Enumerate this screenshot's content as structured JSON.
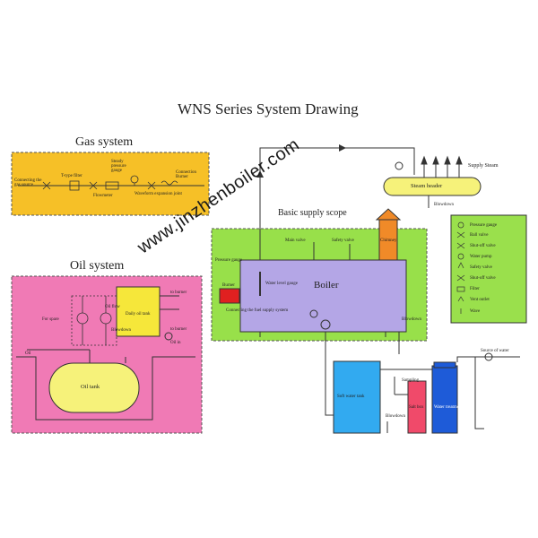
{
  "title": "WNS Series System Drawing",
  "gas": {
    "heading": "Gas system",
    "labels": [
      "Connecting the gas source",
      "T-type filter",
      "Flowmeter",
      "Steady pressure gauge",
      "Waveform expansion joint",
      "Connection Burner"
    ],
    "bg": "#f6c027"
  },
  "oil": {
    "heading": "Oil system",
    "labels": [
      "For spare",
      "Oil flow",
      "Daily oil tank",
      "Blowdown",
      "to burner",
      "to burner",
      "Oil in",
      "Oil",
      "Oil tank"
    ],
    "bg": "#f07ab5",
    "daily_tank_bg": "#f6e73a",
    "oil_tank_bg": "#f6f27a"
  },
  "scope": {
    "heading": "Basic supply scope",
    "labels": [
      "Main valve",
      "Safety valve",
      "Chimney",
      "Pressure gauge",
      "Burner",
      "Water level gauge",
      "Boiler",
      "Connecting the fuel supply system",
      "Blowdown"
    ],
    "bg": "#98e04a",
    "boiler_bg": "#b4a6e6",
    "chimney_bg": "#f08a28",
    "burner_bg": "#e02020"
  },
  "steam": {
    "header_label": "Steam header",
    "supply_label": "Supply Steam",
    "blowdown_label": "Blowdown",
    "bg": "#f6f27a"
  },
  "water": {
    "labels": [
      "Soft water tank",
      "Sampling",
      "Salt box",
      "Water treatment",
      "Source of water",
      "Blowdown"
    ],
    "soft_bg": "#32aaf0",
    "salt_bg": "#f04a6a",
    "treatment_bg": "#1e5bd8"
  },
  "legend": {
    "bg": "#9ae04c",
    "items": [
      "Pressure gauge",
      "Ball valve",
      "Shut-off valve",
      "Water pump",
      "Safety valve",
      "Shut-off valve",
      "Filter",
      "Vent outlet",
      "Wave"
    ]
  },
  "watermark": "www.jinzhenboiler.com"
}
